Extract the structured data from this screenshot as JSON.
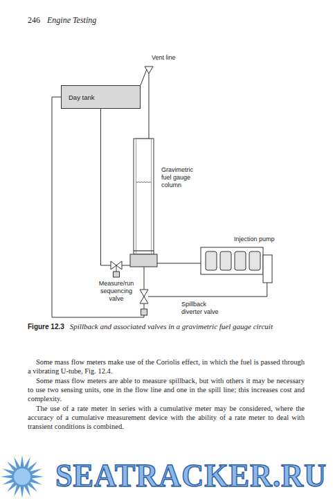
{
  "diagram": {
    "caption": "Spillback and associated valves in a gravimetric fuel gauge circuit",
    "nodes": [
      {
        "text": [
          "Day tank"
        ]
      },
      {
        "text": [
          "Gravimetric fuel gauge column"
        ]
      },
      {
        "text": [
          "Injection pump"
        ]
      },
      {
        "text": [
          "Measure/run sequencing valve"
        ]
      },
      {
        "text": [
          "Spillback diverter valve"
        ]
      }
    ],
    "edges": [
      {
        "from": 0,
        "to": 3,
        "arrow": "none"
      },
      {
        "from": 3,
        "to": 1,
        "arrow": "none"
      },
      {
        "from": 1,
        "to": 2,
        "arrow": "none"
      },
      {
        "from": 2,
        "to": 4,
        "arrow": "none"
      },
      {
        "from": 4,
        "to": 1,
        "arrow": "none"
      },
      {
        "from": 4,
        "to": 0,
        "arrow": "none"
      }
    ],
    "labels": [
      "246",
      "Engine Testing",
      "Vent line",
      "Figure 12.3",
      "Some mass flow meters make use of the Coriolis effect, in which the fuel is passed through a vibrating U-tube, Fig. 12.4.",
      "Some mass flow meters are able to measure spillback, but with others it may be necessary to use two sensing units, one in the flow line and one in the spill line; this increases cost and complexity.",
      "The use of a rate meter in series with a cumulative meter may be considered, where the accuracy of a cumulative measurement device with the ability of a rate meter to deal with transient conditions is combined.",
      "SEATRACKER.RU"
    ]
  }
}
